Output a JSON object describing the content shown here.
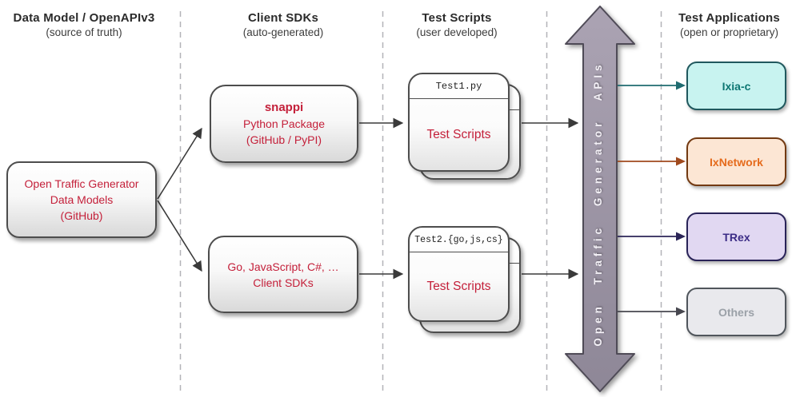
{
  "columns": [
    {
      "title": "Data Model / OpenAPIv3",
      "subtitle": "(source of truth)"
    },
    {
      "title": "Client SDKs",
      "subtitle": "(auto-generated)"
    },
    {
      "title": "Test Scripts",
      "subtitle": "(user developed)"
    },
    {
      "title": "Test Applications",
      "subtitle": "(open or proprietary)"
    }
  ],
  "data_model_box": {
    "lines": [
      "Open Traffic Generator",
      "Data Models",
      "(GitHub)"
    ]
  },
  "sdk": {
    "snappi": {
      "title": "snappi",
      "line2": "Python Package",
      "line3": "(GitHub / PyPI)"
    },
    "other": {
      "line1": "Go, JavaScript, C#, …",
      "line2": "Client SDKs"
    }
  },
  "test_stacks": [
    {
      "filename": "Test1.py",
      "body": "Test Scripts"
    },
    {
      "filename": "Test2.{go,js,cs}",
      "body": "Test Scripts"
    }
  ],
  "api_arrow": {
    "label": "Open Traffic Generator APIs",
    "fill_top": "#aba3b3",
    "fill_bottom": "#8e8797",
    "stroke": "#4f4b57"
  },
  "applications": [
    {
      "label": "Ixia-c",
      "fill": "#c8f3f0",
      "border": "#20585e",
      "text_color": "#0c7672",
      "line_color": "#1f6b70"
    },
    {
      "label": "IxNetwork",
      "fill": "#fce6d4",
      "border": "#733a12",
      "text_color": "#e56b1c",
      "line_color": "#a04a1e"
    },
    {
      "label": "TRex",
      "fill": "#e1d8f2",
      "border": "#292358",
      "text_color": "#3b2c86",
      "line_color": "#2b2557"
    },
    {
      "label": "Others",
      "fill": "#e9e9ed",
      "border": "#50565c",
      "text_color": "#9ba1a8",
      "line_color": "#47474f"
    }
  ],
  "accent_red": "#c4203a"
}
